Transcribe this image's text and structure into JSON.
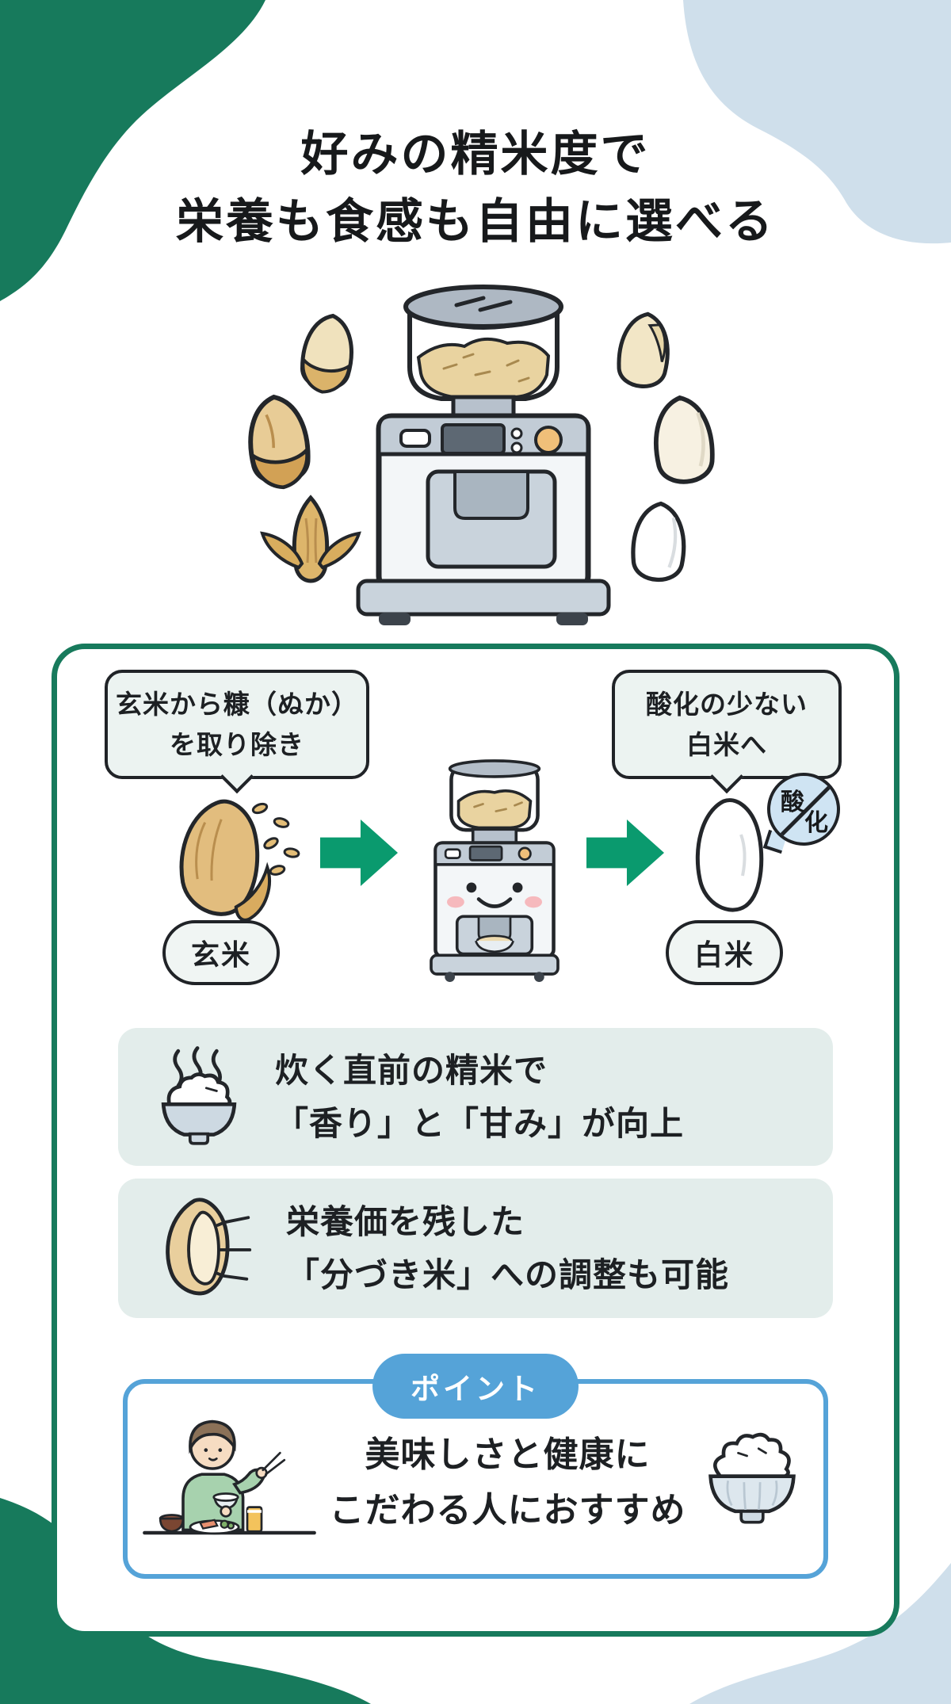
{
  "title": {
    "line1": "好みの精米度で",
    "line2": "栄養も食感も自由に選べる"
  },
  "flow": {
    "left_bubble": {
      "line1": "玄米から糠（ぬか）",
      "line2": "を取り除き"
    },
    "right_bubble": {
      "line1": "酸化の少ない",
      "line2": "白米へ"
    },
    "left_label": "玄米",
    "right_label": "白米",
    "oxidation_badge": {
      "top_char": "酸",
      "bottom_char": "化"
    }
  },
  "info_boxes": [
    {
      "icon": "steaming-rice-bowl-icon",
      "line1": "炊く直前の精米で",
      "line2": "「香り」と「甘み」が向上"
    },
    {
      "icon": "rice-grain-cross-section-icon",
      "line1": "栄養価を残した",
      "line2": "「分づき米」への調整も可能"
    }
  ],
  "point_box": {
    "badge": "ポイント",
    "line1": "美味しさと健康に",
    "line2": "こだわる人におすすめ"
  },
  "illustrations": {
    "hero": "rice-milling-machine-with-grain-stages",
    "flow_left": "brown-rice-grain-with-bran-particles",
    "flow_center": "smiling-rice-mill-machine",
    "flow_right": "white-rice-grain",
    "point_left": "person-eating-meal",
    "point_right": "bowl-of-white-rice"
  },
  "colors": {
    "accent_green": "#177a5c",
    "arrow_green": "#0a9a6e",
    "light_blue_blob": "#cfdfeb",
    "info_box_bg": "#e3edeb",
    "bubble_bg": "#ecf3f1",
    "point_blue": "#55a3d8",
    "badge_blue": "#cfe4f3",
    "text": "#1d2023"
  }
}
